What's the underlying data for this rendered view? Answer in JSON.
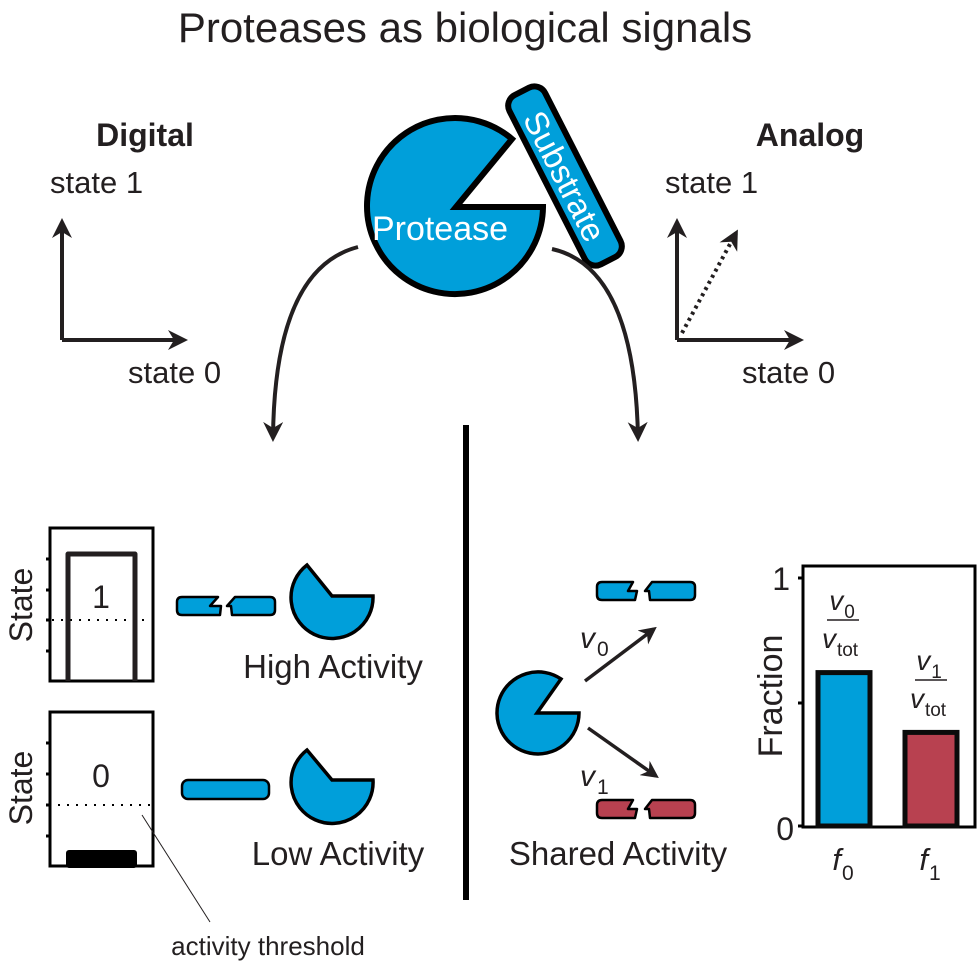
{
  "title": "Proteases as biological signals",
  "colors": {
    "protease_blue": "#009fda",
    "cleaved_red": "#b84150",
    "ink": "#231f20"
  },
  "center": {
    "protease_label": "Protease",
    "substrate_label": "Substrate"
  },
  "digital": {
    "heading": "Digital",
    "y_label": "state 1",
    "x_label": "state 0"
  },
  "analog": {
    "heading": "Analog",
    "y_label": "state 1",
    "x_label": "state 0"
  },
  "high_panel": {
    "axis_label": "State",
    "state_value": "1",
    "caption": "High Activity"
  },
  "low_panel": {
    "axis_label": "State",
    "state_value": "0",
    "caption": "Low Activity",
    "threshold_label": "activity threshold"
  },
  "shared": {
    "caption": "Shared Activity",
    "v0": {
      "sym": "v",
      "sub": "0"
    },
    "v1": {
      "sym": "v",
      "sub": "1"
    }
  },
  "chart_data": {
    "type": "bar",
    "categories": [
      "f0",
      "f1"
    ],
    "category_labels": [
      {
        "sym": "f",
        "sub": "0"
      },
      {
        "sym": "f",
        "sub": "1"
      }
    ],
    "values": [
      0.59,
      0.36
    ],
    "colors": [
      "#009fda",
      "#b84150"
    ],
    "annotations": [
      {
        "num": "v",
        "num_sub": "0",
        "den": "v",
        "den_sub": "tot"
      },
      {
        "num": "v",
        "num_sub": "1",
        "den": "v",
        "den_sub": "tot"
      }
    ],
    "ylabel": "Fraction",
    "yticks": [
      "0",
      "1"
    ],
    "ylim": [
      0,
      1
    ],
    "grid": false
  }
}
